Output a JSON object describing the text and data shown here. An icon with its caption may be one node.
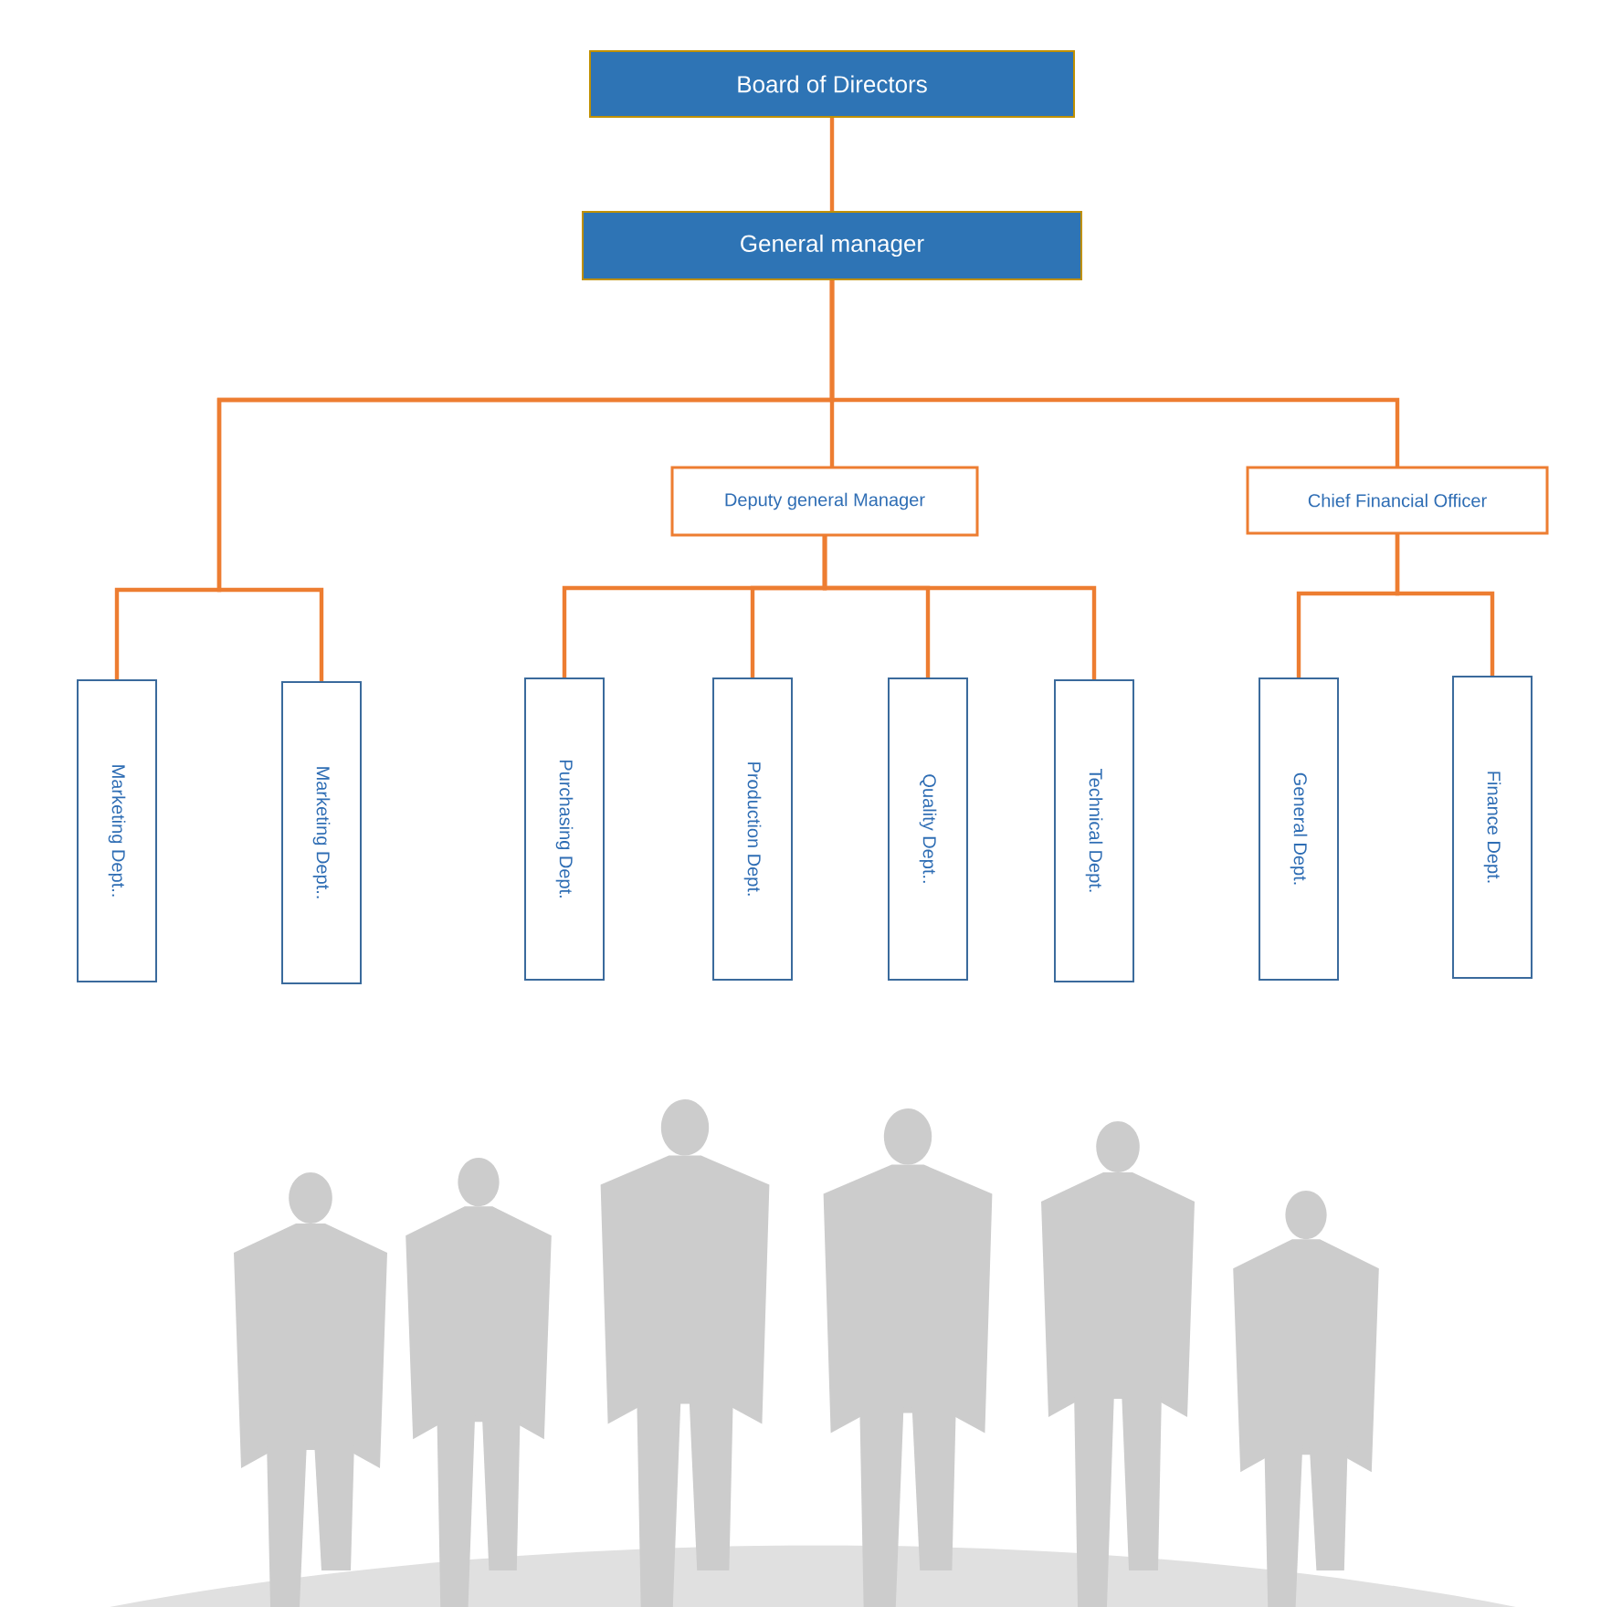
{
  "diagram": {
    "nodes": [
      {
        "text": [
          "Board of Directors"
        ]
      },
      {
        "text": [
          "General manager"
        ]
      },
      {
        "text": [
          "Deputy general Manager"
        ]
      },
      {
        "text": [
          "Chief Financial Officer"
        ]
      },
      {
        "text": [
          "Marketing Dept.."
        ]
      },
      {
        "text": [
          "Marketing Dept.."
        ]
      },
      {
        "text": [
          "Purchasing Dept."
        ]
      },
      {
        "text": [
          "Production Dept."
        ]
      },
      {
        "text": [
          "Quality Dept.."
        ]
      },
      {
        "text": [
          "Technical Dept."
        ]
      },
      {
        "text": [
          "General Dept."
        ]
      },
      {
        "text": [
          "Finance Dept."
        ]
      }
    ],
    "edges": [
      {
        "from": 0,
        "to": 1,
        "arrow": "none"
      },
      {
        "from": 1,
        "to": 4,
        "arrow": "none"
      },
      {
        "from": 1,
        "to": 5,
        "arrow": "none"
      },
      {
        "from": 1,
        "to": 2,
        "arrow": "none"
      },
      {
        "from": 1,
        "to": 3,
        "arrow": "none"
      },
      {
        "from": 2,
        "to": 6,
        "arrow": "none"
      },
      {
        "from": 2,
        "to": 7,
        "arrow": "none"
      },
      {
        "from": 2,
        "to": 8,
        "arrow": "none"
      },
      {
        "from": 2,
        "to": 9,
        "arrow": "none"
      },
      {
        "from": 3,
        "to": 10,
        "arrow": "none"
      },
      {
        "from": 3,
        "to": 11,
        "arrow": "none"
      }
    ]
  }
}
